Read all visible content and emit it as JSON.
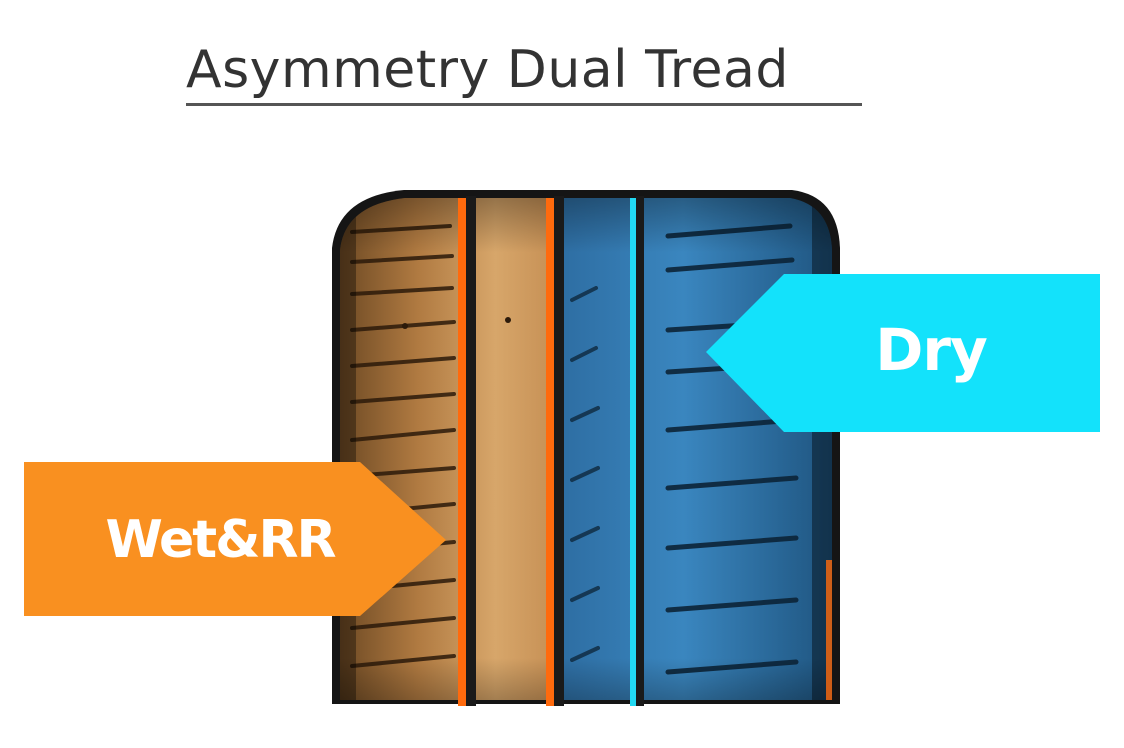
{
  "title": "Asymmetry Dual Tread",
  "callouts": {
    "dry": {
      "label": "Dry",
      "color": "#13e2fb"
    },
    "wet": {
      "label": "Wet&RR",
      "color": "#f99020"
    }
  },
  "colors": {
    "wet_zone_tint": "#c8904f",
    "dry_zone_tint": "#2f79ae",
    "wet_groove": "#ff6a0d",
    "dry_groove": "#22d9f2",
    "title_text": "#333333"
  }
}
